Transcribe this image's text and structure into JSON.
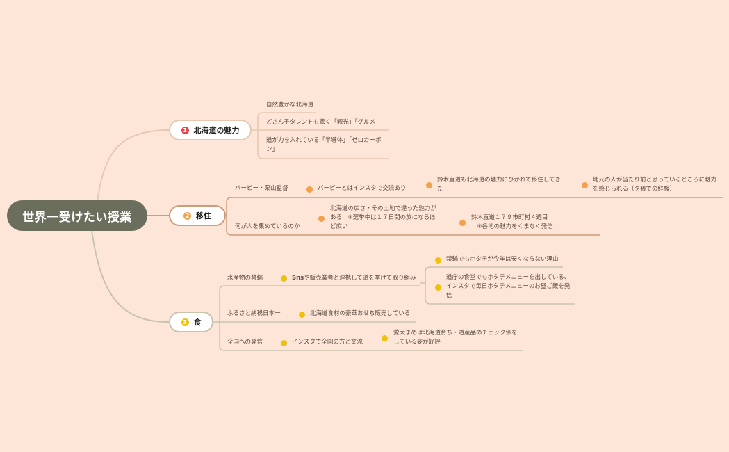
{
  "colors": {
    "background": "#fde6d7",
    "root_fill": "#6b6e5c",
    "branch1_accent": "#e8424a",
    "branch2_accent": "#f5a04a",
    "branch3_accent": "#eec10a",
    "branch1_line": "#e6c7b2",
    "branch2_line": "#cf9b7d",
    "branch3_line": "#c9c3ad"
  },
  "root": {
    "title": "世界一受けたい授業"
  },
  "branches": [
    {
      "number": "1",
      "label": "北海道の魅力",
      "children": [
        {
          "text": "自然豊かな北海道"
        },
        {
          "text": "どさん子タレントも驚く「観光」「グルメ」"
        },
        {
          "text_line1": "道が力を入れている「半導体」「ゼロカーボ",
          "text_line2": "ン」"
        }
      ]
    },
    {
      "number": "2",
      "label": "移住",
      "children": [
        {
          "text": "バービー・栗山監督",
          "sub": {
            "text": "バービーとはインスタで交流あり"
          },
          "sub2": {
            "line1": "鈴木直道も北海道の魅力にひかれて移住してき",
            "line2": "た"
          },
          "sub3": {
            "line1": "地元の人が当たり前と思っているところに魅力",
            "line2": "を感じられる（夕張での経験）"
          }
        },
        {
          "text": "何が人を集めているのか",
          "sub": {
            "line1": "北海道の広さ・その土地で違った魅力が",
            "line2": "ある　※選挙中は１７日間の旅になるほ",
            "line3": "ど広い"
          },
          "sub2": {
            "line1": "鈴木直道１７９市町村４週目",
            "line2": "　※各地の魅力をくまなく発信"
          }
        }
      ]
    },
    {
      "number": "3",
      "label": "食",
      "children": [
        {
          "text": "水産物の禁輸",
          "sub": {
            "bold": "Sns",
            "text": "や販売業者と連携して道を挙げて取り組み"
          },
          "sub2": {
            "text": "禁輸でもホタテが今年は安くならない理由"
          },
          "sub3": {
            "line1": "道庁の食堂でもホタテメニューを出している、",
            "line2": "インスタで毎日ホタテメニューのお昼ご飯を発",
            "line3": "信"
          }
        },
        {
          "text": "ふるさと納税日本一",
          "sub": {
            "text": "北海道食材の豪華おせち販売している"
          }
        },
        {
          "text": "全国への発信",
          "sub": {
            "text": "インスタで全国の方と交流"
          },
          "sub2": {
            "line1": "愛犬まめは北海道育ち・道産品のチェック係を",
            "line2": "している姿が好評"
          }
        }
      ]
    }
  ]
}
